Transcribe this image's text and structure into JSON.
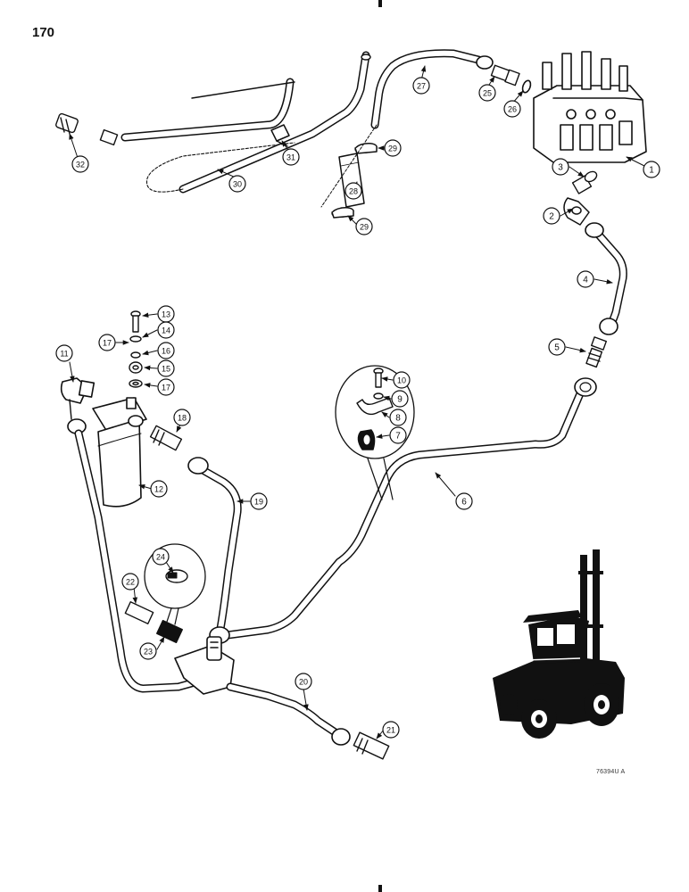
{
  "page": {
    "number": "170",
    "reference_code": "76394U A"
  },
  "callouts": [
    {
      "id": "c1",
      "label": "1"
    },
    {
      "id": "c2",
      "label": "2"
    },
    {
      "id": "c3",
      "label": "3"
    },
    {
      "id": "c4",
      "label": "4"
    },
    {
      "id": "c5",
      "label": "5"
    },
    {
      "id": "c6",
      "label": "6"
    },
    {
      "id": "c7",
      "label": "7"
    },
    {
      "id": "c8",
      "label": "8"
    },
    {
      "id": "c9",
      "label": "9"
    },
    {
      "id": "c10",
      "label": "10"
    },
    {
      "id": "c11",
      "label": "11"
    },
    {
      "id": "c12",
      "label": "12"
    },
    {
      "id": "c13",
      "label": "13"
    },
    {
      "id": "c14",
      "label": "14"
    },
    {
      "id": "c15",
      "label": "15"
    },
    {
      "id": "c16",
      "label": "16"
    },
    {
      "id": "c17a",
      "label": "17"
    },
    {
      "id": "c17b",
      "label": "17"
    },
    {
      "id": "c18",
      "label": "18"
    },
    {
      "id": "c19",
      "label": "19"
    },
    {
      "id": "c20",
      "label": "20"
    },
    {
      "id": "c21",
      "label": "21"
    },
    {
      "id": "c22",
      "label": "22"
    },
    {
      "id": "c23",
      "label": "23"
    },
    {
      "id": "c24",
      "label": "24"
    },
    {
      "id": "c25",
      "label": "25"
    },
    {
      "id": "c26",
      "label": "26"
    },
    {
      "id": "c27",
      "label": "27"
    },
    {
      "id": "c28",
      "label": "28"
    },
    {
      "id": "c29a",
      "label": "29"
    },
    {
      "id": "c29b",
      "label": "29"
    },
    {
      "id": "c30",
      "label": "30"
    },
    {
      "id": "c31",
      "label": "31"
    },
    {
      "id": "c32",
      "label": "32"
    }
  ]
}
